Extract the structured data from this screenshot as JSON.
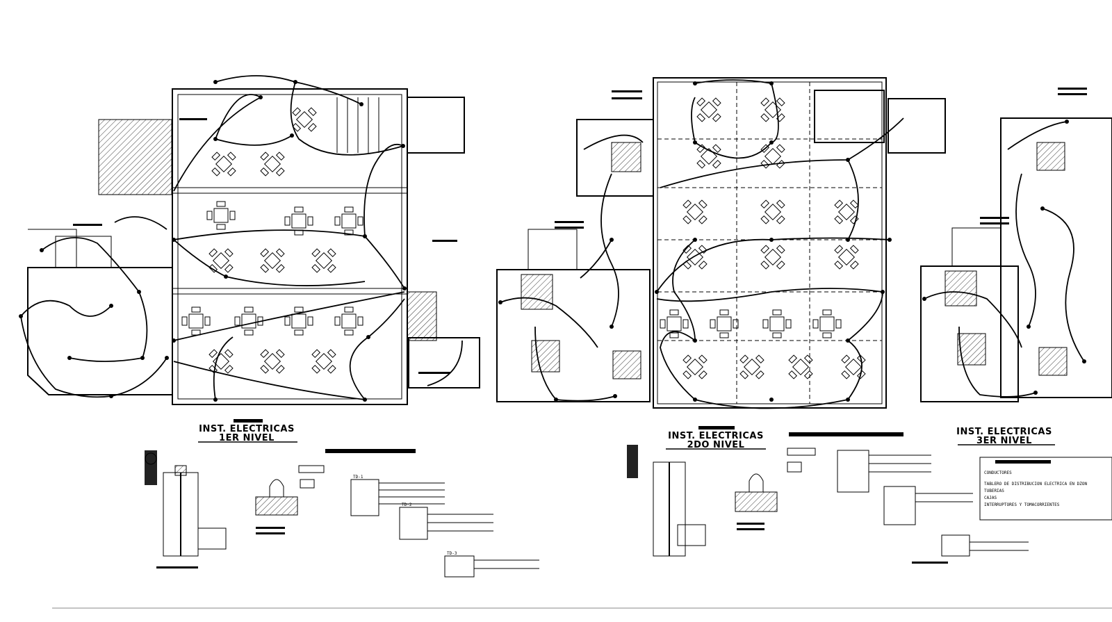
{
  "level1": {
    "title_line1": "INST. ELECTRICAS",
    "title_line2": "1ER NIVEL"
  },
  "level2": {
    "title_line1": "INST. ELECTRICAS",
    "title_line2": "2DO NIVEL"
  },
  "level3": {
    "title_line1": "INST. ELECTRICAS",
    "title_line2": "3ER NIVEL"
  },
  "panels": {
    "td1": "TD-1",
    "td2": "TD-2",
    "td3": "TD-3"
  },
  "notes": {
    "items": [
      "CONDUCTORES",
      "TABLERO DE DISTRIBUCION ELECTRICA EN DZON",
      "TUBERIAS",
      "CAJAS",
      "INTERRUPTORES Y TOMACORRIENTES"
    ]
  }
}
